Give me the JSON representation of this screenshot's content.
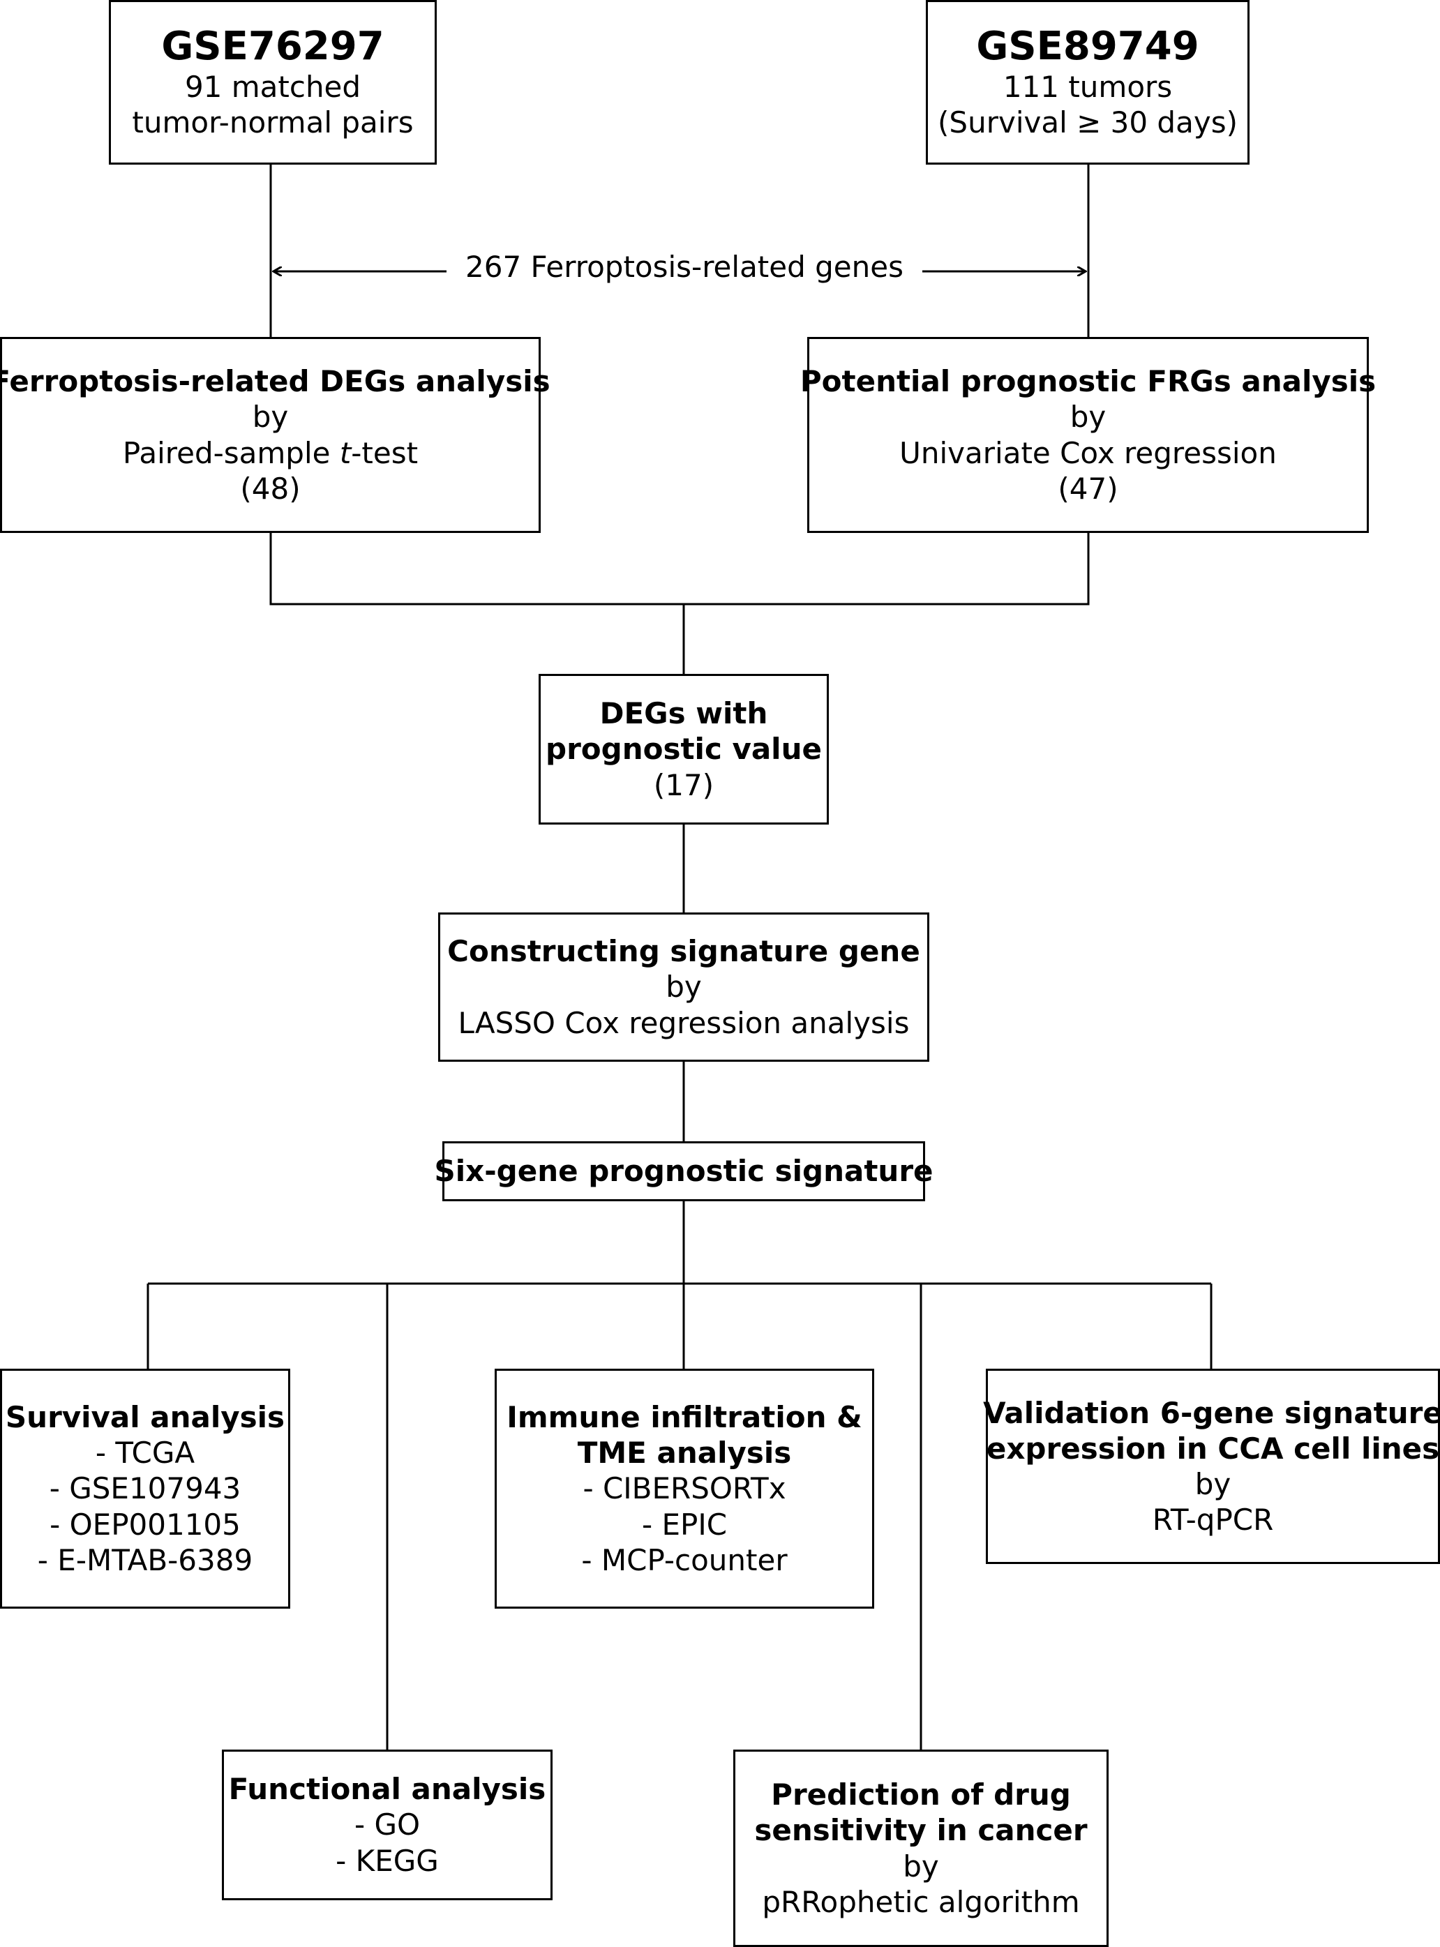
{
  "gse76297": {
    "title": "GSE76297",
    "line1": "91 matched",
    "line2": "tumor-normal pairs"
  },
  "gse89749": {
    "title": "GSE89749",
    "line1": "111 tumors",
    "line2": "(Survival ≥ 30 days)"
  },
  "ferroptosis_genes": "267 Ferroptosis-related genes",
  "degs_analysis": {
    "title": "Ferroptosis-related DEGs analysis",
    "by": "by",
    "method_pre": "Paired-sample ",
    "method_italic": "t",
    "method_post": "-test",
    "count": "(48)"
  },
  "prognostic_analysis": {
    "title": "Potential prognostic FRGs analysis",
    "by": "by",
    "method": "Univariate Cox regression",
    "count": "(47)"
  },
  "degs_prognostic": {
    "line1": "DEGs with",
    "line2": "prognostic value",
    "count": "(17)"
  },
  "constructing": {
    "title": "Constructing signature gene",
    "by": "by",
    "method": "LASSO Cox regression analysis"
  },
  "six_gene": {
    "title": "Six-gene prognostic signature"
  },
  "survival": {
    "title": "Survival analysis",
    "items": [
      "- TCGA",
      "- GSE107943",
      "- OEP001105",
      "- E-MTAB-6389"
    ]
  },
  "immune": {
    "line1": "Immune infiltration &",
    "line2": "TME analysis",
    "items": [
      "- CIBERSORTx",
      "- EPIC",
      "- MCP-counter"
    ]
  },
  "validation": {
    "line1": "Validation 6-gene signature",
    "line2": "expression in CCA cell lines",
    "by": "by",
    "method": "RT-qPCR"
  },
  "functional": {
    "title": "Functional analysis",
    "items": [
      "- GO",
      "- KEGG"
    ]
  },
  "drug": {
    "line1": "Prediction of drug",
    "line2": "sensitivity in cancer",
    "by": "by",
    "method": "pRRophetic algorithm"
  }
}
